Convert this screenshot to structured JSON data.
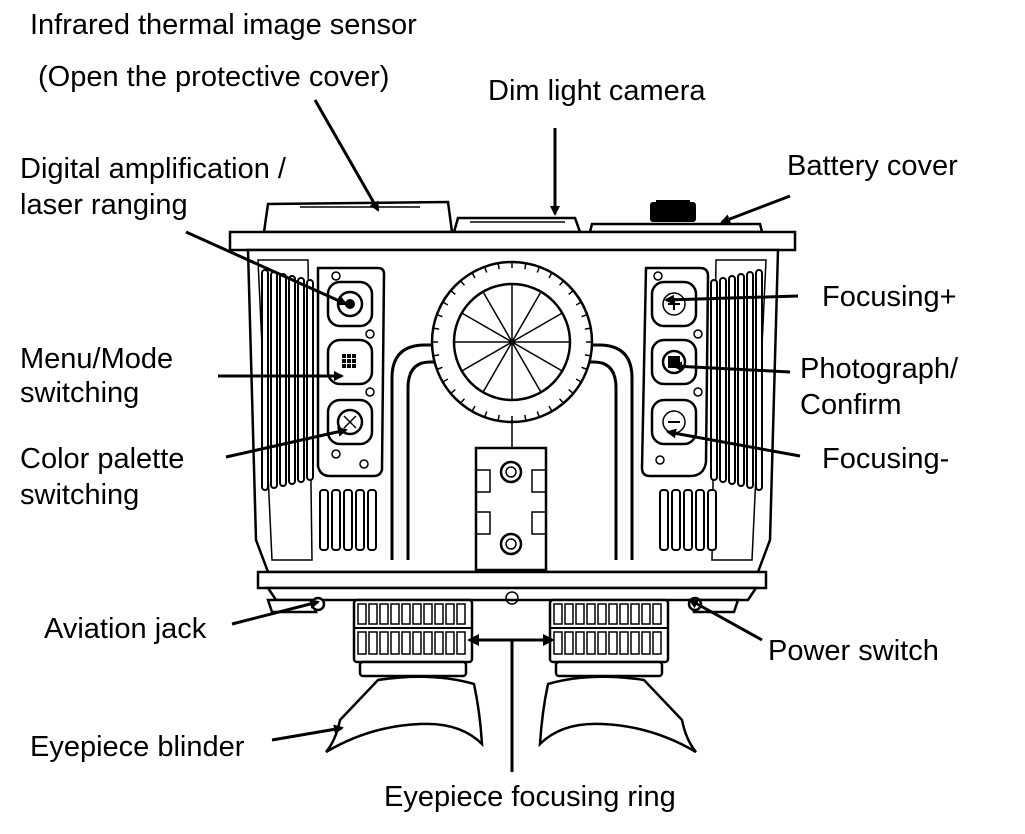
{
  "labels": {
    "thermal_sensor_1": "Infrared thermal image sensor",
    "thermal_sensor_2": "(Open the protective cover)",
    "dim_light": "Dim light camera",
    "battery": "Battery cover",
    "digital_amp_1": "Digital amplification /",
    "digital_amp_2": "laser ranging",
    "focus_plus": "Focusing+",
    "menu_1": "Menu/Mode",
    "menu_2": "switching",
    "photo_1": "Photograph/",
    "photo_2": "Confirm",
    "palette_1": "Color palette",
    "palette_2": "switching",
    "focus_minus": "Focusing-",
    "aviation": "Aviation jack",
    "power": "Power switch",
    "blinder": "Eyepiece blinder",
    "focus_ring": "Eyepiece focusing ring"
  },
  "colors": {
    "ink": "#000000",
    "paper": "#ffffff"
  }
}
